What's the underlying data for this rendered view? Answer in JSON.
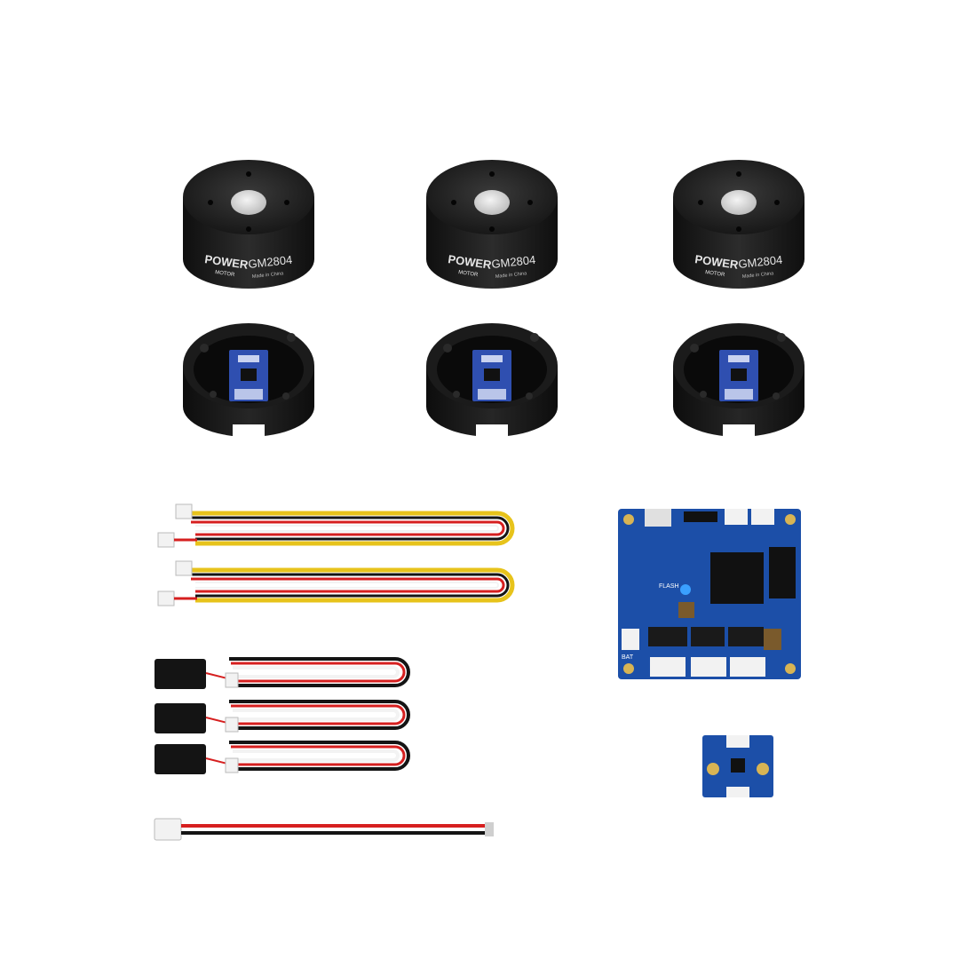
{
  "colors": {
    "background": "#ffffff",
    "motor_body": "#1f1f1f",
    "motor_cap": "#d8d8d8",
    "motor_text": "#e6e6e6",
    "encoder_pcb": "#2f4fb0",
    "encoder_connector": "#c9d2f0",
    "board_pcb": "#1c4fa8",
    "board_chip": "#111111",
    "board_gold": "#d8b454",
    "connector_white": "#f2f2f2",
    "wire_black": "#141414",
    "wire_red": "#d61f1f",
    "wire_yellow": "#e7c31b",
    "wire_white": "#f3f3f3"
  },
  "motors": {
    "items": [
      {
        "brand_top": "POWER",
        "brand_bottom": "MOTOR",
        "model": "GM2804",
        "made_in": "Made in China"
      },
      {
        "brand_top": "POWER",
        "brand_bottom": "MOTOR",
        "model": "GM2804",
        "made_in": "Made in China"
      },
      {
        "brand_top": "POWER",
        "brand_bottom": "MOTOR",
        "model": "GM2804",
        "made_in": "Made in China"
      }
    ]
  },
  "encoders": {
    "count": 3
  },
  "cables": {
    "long_4pin_count": 2,
    "servo_3pin_count": 3,
    "power_lead_count": 1
  },
  "controller_board": {
    "labels": [
      "FLASH",
      "BAT"
    ]
  },
  "imu_board": {
    "count": 1
  },
  "icons": {
    "motor": "brushless-motor-icon",
    "encoder": "encoder-housing-icon",
    "cable": "wire-harness-icon",
    "board": "controller-board-icon",
    "imu": "imu-sensor-icon"
  }
}
